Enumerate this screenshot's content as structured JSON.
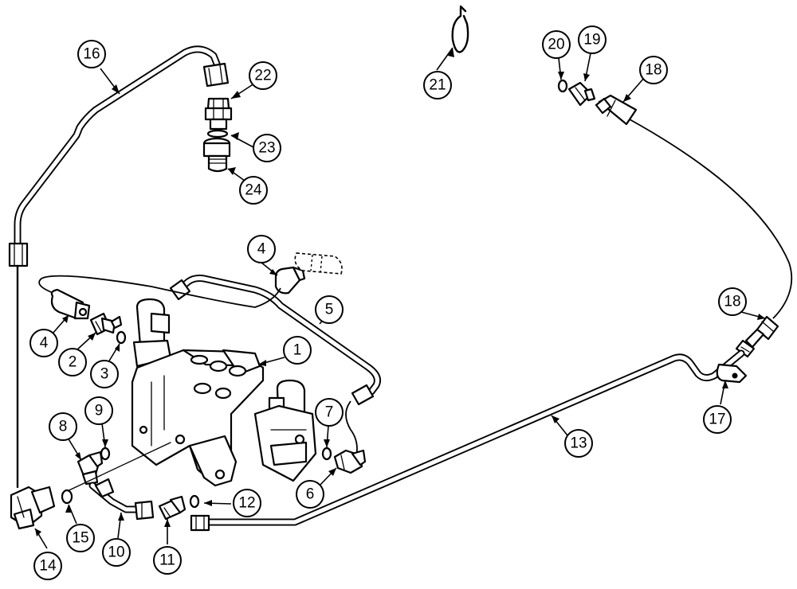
{
  "callouts": [
    {
      "id": "callout-1",
      "label": "1"
    },
    {
      "id": "callout-2",
      "label": "2"
    },
    {
      "id": "callout-3",
      "label": "3"
    },
    {
      "id": "callout-4a",
      "label": "4"
    },
    {
      "id": "callout-4b",
      "label": "4"
    },
    {
      "id": "callout-5",
      "label": "5"
    },
    {
      "id": "callout-6",
      "label": "6"
    },
    {
      "id": "callout-7",
      "label": "7"
    },
    {
      "id": "callout-8",
      "label": "8"
    },
    {
      "id": "callout-9",
      "label": "9"
    },
    {
      "id": "callout-10",
      "label": "10"
    },
    {
      "id": "callout-11",
      "label": "11"
    },
    {
      "id": "callout-12",
      "label": "12"
    },
    {
      "id": "callout-13",
      "label": "13"
    },
    {
      "id": "callout-14",
      "label": "14"
    },
    {
      "id": "callout-15",
      "label": "15"
    },
    {
      "id": "callout-16",
      "label": "16"
    },
    {
      "id": "callout-17",
      "label": "17"
    },
    {
      "id": "callout-18a",
      "label": "18"
    },
    {
      "id": "callout-18b",
      "label": "18"
    },
    {
      "id": "callout-19",
      "label": "19"
    },
    {
      "id": "callout-20",
      "label": "20"
    },
    {
      "id": "callout-21",
      "label": "21"
    },
    {
      "id": "callout-22",
      "label": "22"
    },
    {
      "id": "callout-23",
      "label": "23"
    },
    {
      "id": "callout-24",
      "label": "24"
    }
  ]
}
